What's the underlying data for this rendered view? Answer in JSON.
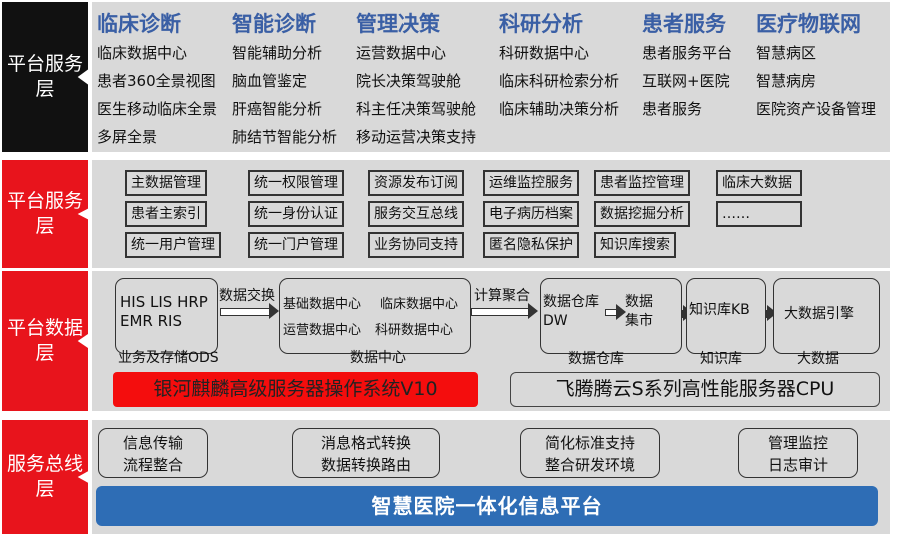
{
  "layers": [
    "平台服务层",
    "平台服务层",
    "平台数据层",
    "服务总线层"
  ],
  "apps": [
    {
      "title": "临床诊断",
      "items": [
        "临床数据中心",
        "患者360全景视图",
        "医生移动临床全景",
        "多屏全景"
      ]
    },
    {
      "title": "智能诊断",
      "items": [
        "智能辅助分析",
        "脑血管鉴定",
        "肝癌智能分析",
        "肺结节智能分析"
      ]
    },
    {
      "title": "管理决策",
      "items": [
        "运营数据中心",
        "院长决策驾驶舱",
        "科主任决策驾驶舱",
        "移动运营决策支持"
      ]
    },
    {
      "title": "科研分析",
      "items": [
        "科研数据中心",
        "临床科研检索分析",
        "临床辅助决策分析"
      ]
    },
    {
      "title": "患者服务",
      "items": [
        "患者服务平台",
        "互联网+医院",
        "患者服务"
      ]
    },
    {
      "title": "医疗物联网",
      "items": [
        "智慧病区",
        "智慧病房",
        "医院资产设备管理"
      ]
    }
  ],
  "services": [
    [
      "主数据管理",
      "患者主索引",
      "统一用户管理"
    ],
    [
      "统一权限管理",
      "统一身份认证",
      "统一门户管理"
    ],
    [
      "资源发布订阅",
      "服务交互总线",
      "业务协同支持"
    ],
    [
      "运维监控服务",
      "电子病历档案",
      "匿名隐私保护"
    ],
    [
      "患者监控管理",
      "数据挖掘分析",
      "知识库搜索"
    ],
    [
      "临床大数据",
      "……"
    ]
  ],
  "data": {
    "ods": [
      "HIS LIS HRP",
      "EMR RIS"
    ],
    "ods_label": "业务及存储ODS",
    "exchange": "数据交换",
    "dc": [
      "基础数据中心",
      "临床数据中心",
      "运营数据中心",
      "科研数据中心"
    ],
    "dc_label": "数据中心",
    "aggregate": "计算聚合",
    "dw": "数据仓库DW",
    "mart": "数据集市",
    "dw_label": "数据仓库",
    "kb": "知识库KB",
    "kb_label": "知识库",
    "bd": "大数据引擎",
    "bd_label": "大数据",
    "os": "银河麒麟高级服务器操作系统V10",
    "cpu": "飞腾腾云S系列高性能服务器CPU"
  },
  "bus": {
    "items": [
      [
        "信息传输",
        "流程整合"
      ],
      [
        "消息格式转换",
        "数据转换路由"
      ],
      [
        "简化标准支持",
        "整合研发环境"
      ],
      [
        "管理监控",
        "日志审计"
      ]
    ],
    "platform": "智慧医院一体化信息平台"
  },
  "colors": {
    "red": "#e8141c",
    "blue": "#2e6db5",
    "heading": "#3a5fa5"
  }
}
